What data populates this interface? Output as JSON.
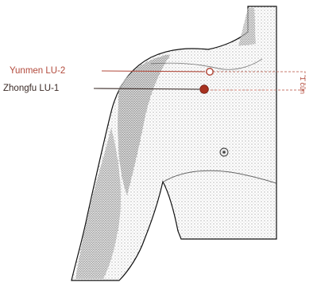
{
  "points": [
    {
      "code": "LU-2",
      "label": "Yunmen LU-2",
      "marker": "hollow",
      "color": "#b24a3c"
    },
    {
      "code": "LU-1",
      "label": "Zhongfu LU-1",
      "marker": "filled",
      "color": "#3a2a26",
      "fill": "#a8311f"
    }
  ],
  "distance_label": "1 cun",
  "colors": {
    "lu2_line": "#b24a3c",
    "lu1_line": "#3a2a26",
    "bracket": "#c77a6d",
    "body_stipple": "#2e2e2e",
    "outline": "#111111"
  }
}
